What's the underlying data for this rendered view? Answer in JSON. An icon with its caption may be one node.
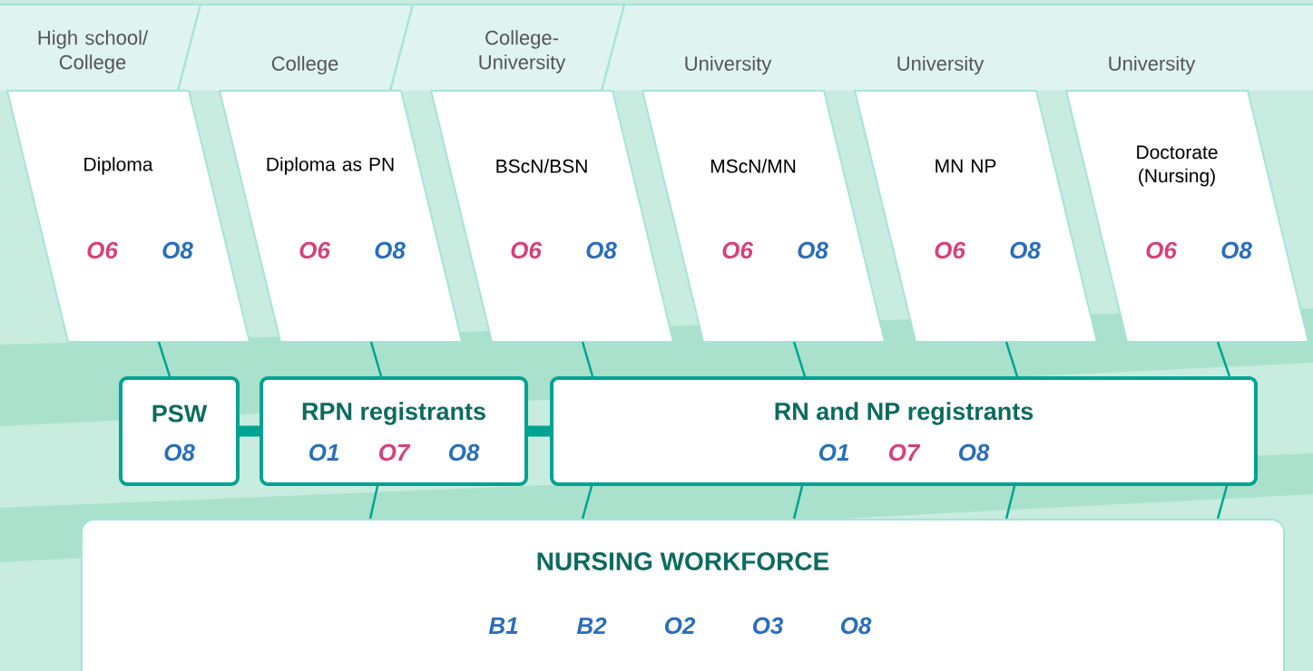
{
  "diagram": {
    "nodes": [
      {
        "text": [
          "High school/ College",
          "Diploma",
          "O6",
          "O8"
        ]
      },
      {
        "text": [
          "College",
          "Diploma as PN",
          "O6",
          "O8"
        ]
      },
      {
        "text": [
          "College- University",
          "BScN/BSN",
          "O6",
          "O8"
        ]
      },
      {
        "text": [
          "University",
          "MScN/MN",
          "O6",
          "O8"
        ]
      },
      {
        "text": [
          "University",
          "MN NP",
          "O6",
          "O8"
        ]
      },
      {
        "text": [
          "University",
          "Doctorate (Nursing)",
          "O6",
          "O8"
        ]
      },
      {
        "text": [
          "PSW",
          "O8"
        ]
      },
      {
        "text": [
          "RPN registrants",
          "O1",
          "O7",
          "O8"
        ]
      },
      {
        "text": [
          "RN and NP registrants",
          "O1",
          "O7",
          "O8"
        ]
      },
      {
        "text": [
          "NURSING WORKFORCE",
          "B1",
          "B2",
          "O2",
          "O3",
          "O8"
        ]
      }
    ],
    "edges": [
      {
        "from": 0,
        "to": 6,
        "arrow": "none"
      },
      {
        "from": 1,
        "to": 7,
        "arrow": "none"
      },
      {
        "from": 2,
        "to": 8,
        "arrow": "none"
      },
      {
        "from": 3,
        "to": 8,
        "arrow": "none"
      },
      {
        "from": 4,
        "to": 8,
        "arrow": "none"
      },
      {
        "from": 5,
        "to": 8,
        "arrow": "none"
      },
      {
        "from": 6,
        "to": 7,
        "arrow": "none",
        "style": "thick"
      },
      {
        "from": 7,
        "to": 8,
        "arrow": "none",
        "style": "thick"
      },
      {
        "from": 7,
        "to": 9,
        "arrow": "none"
      },
      {
        "from": 8,
        "to": 9,
        "arrow": "none"
      },
      {
        "from": 8,
        "to": 9,
        "arrow": "none"
      },
      {
        "from": 8,
        "to": 9,
        "arrow": "none"
      },
      {
        "from": 8,
        "to": 9,
        "arrow": "none"
      }
    ]
  }
}
